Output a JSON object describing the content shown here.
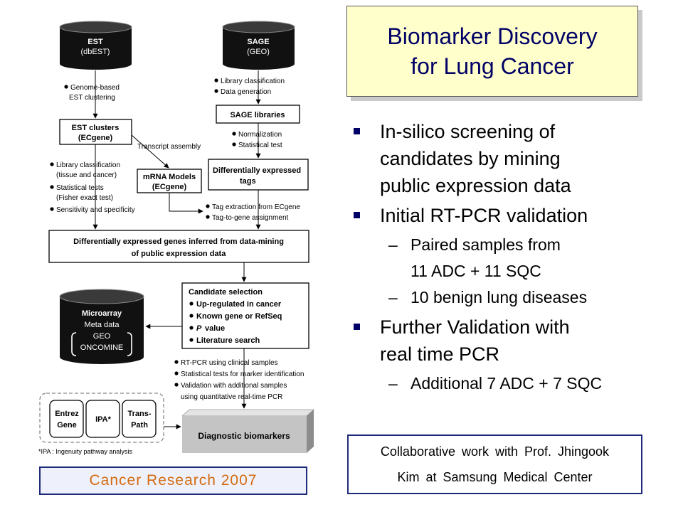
{
  "slide": {
    "title_lines": [
      "Biomarker Discovery",
      "for Lung Cancer"
    ],
    "bullets": [
      {
        "text": [
          "In-silico screening of",
          "candidates by mining",
          "public expression data"
        ],
        "sub": []
      },
      {
        "text": [
          "Initial RT-PCR validation"
        ],
        "sub": [
          [
            "Paired samples from",
            "11 ADC + 11 SQC"
          ],
          [
            "10 benign lung diseases"
          ]
        ]
      },
      {
        "text": [
          "Further Validation with",
          "real time PCR"
        ],
        "sub": [
          [
            "Additional 7 ADC + 7 SQC"
          ]
        ]
      }
    ],
    "collaboration": [
      "Collaborative work with Prof. Jhingook",
      "Kim at Samsung Medical Center"
    ],
    "source": "Cancer Research 2007"
  },
  "diagram": {
    "est_db": {
      "title": "EST",
      "sub": "(dbEST)"
    },
    "sage_db": {
      "title": "SAGE",
      "sub": "(GEO)"
    },
    "est_step": [
      "Genome-based",
      "EST clustering"
    ],
    "sage_steps": [
      "Library classification",
      "Data generation"
    ],
    "sage_libraries": "SAGE libraries",
    "norm_steps": [
      "Normalization",
      "Statistical test"
    ],
    "est_clusters": [
      "EST clusters",
      "(ECgene)"
    ],
    "transcript_assembly": "Transcript assembly",
    "mrna_models": [
      "mRNA Models",
      "(ECgene)"
    ],
    "dex_tags": [
      "Differentially expressed",
      "tags"
    ],
    "left_steps": [
      "Library classification",
      "(tissue and cancer)",
      "Statistical tests",
      "(Fisher exact test)",
      "Sensitivity and specificity"
    ],
    "tag_steps": [
      "Tag extraction from ECgene",
      "Tag-to-gene assignment"
    ],
    "inferred_genes": [
      "Differentially expressed genes inferred from data-mining",
      "of public expression data"
    ],
    "microarray": {
      "title": "Microarray",
      "lines": [
        "Meta data",
        "GEO",
        "ONCOMINE"
      ]
    },
    "candidate_title": "Candidate selection",
    "candidate_items": [
      "Up-regulated in cancer",
      "Known gene or RefSeq",
      "value",
      "Literature search"
    ],
    "p_label": "P",
    "validation_steps": [
      "RT-PCR using clinical samples",
      "Statistical tests for marker identification",
      "Validation with additional samples",
      "using quantitative real-time PCR"
    ],
    "tools": [
      [
        "Entrez",
        "Gene"
      ],
      [
        "IPA*"
      ],
      [
        "Trans-",
        "Path"
      ]
    ],
    "diagnostic": "Diagnostic biomarkers",
    "ipa_note": "*IPA : Ingenuity pathway analysis"
  }
}
